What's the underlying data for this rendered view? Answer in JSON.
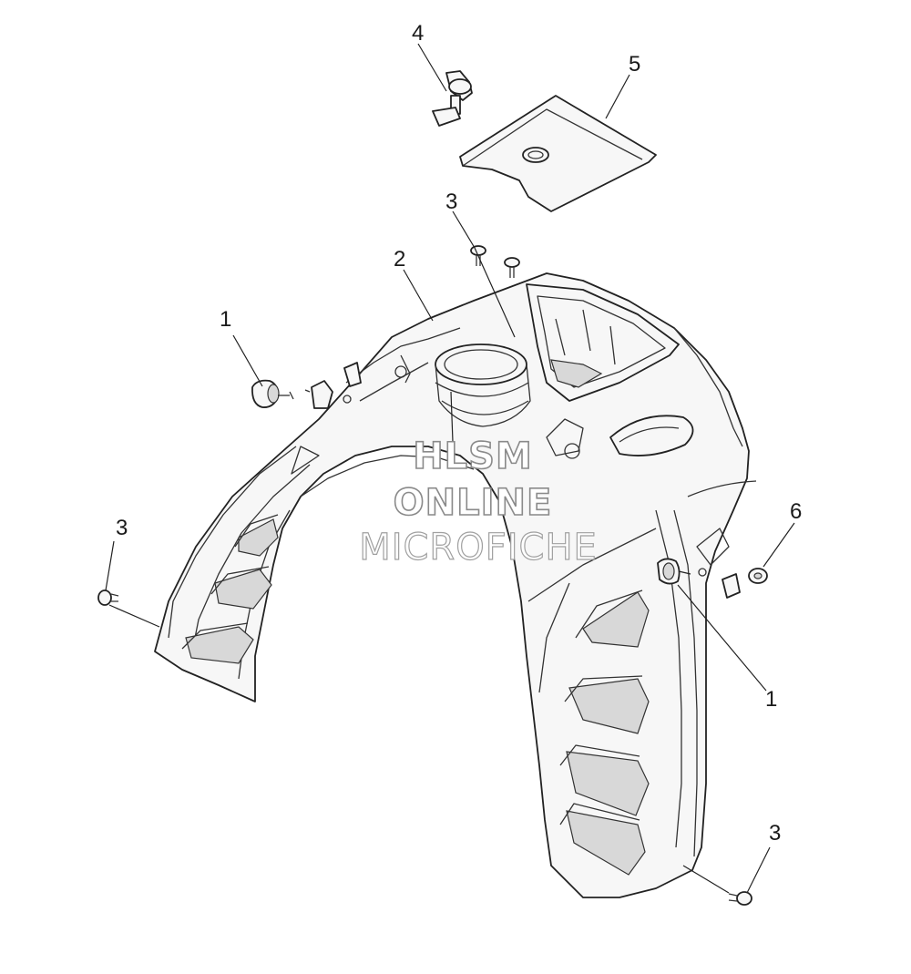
{
  "watermark": {
    "line1": "HLSM",
    "line2": "ONLINE",
    "line3": "MICROFICHE"
  },
  "callouts": [
    {
      "id": "callout-1-left",
      "number": "1"
    },
    {
      "id": "callout-1-right",
      "number": "1"
    },
    {
      "id": "callout-2",
      "number": "2"
    },
    {
      "id": "callout-3-top",
      "number": "3"
    },
    {
      "id": "callout-3-left",
      "number": "3"
    },
    {
      "id": "callout-3-bottom",
      "number": "3"
    },
    {
      "id": "callout-4",
      "number": "4"
    },
    {
      "id": "callout-5",
      "number": "5"
    },
    {
      "id": "callout-6",
      "number": "6"
    }
  ]
}
